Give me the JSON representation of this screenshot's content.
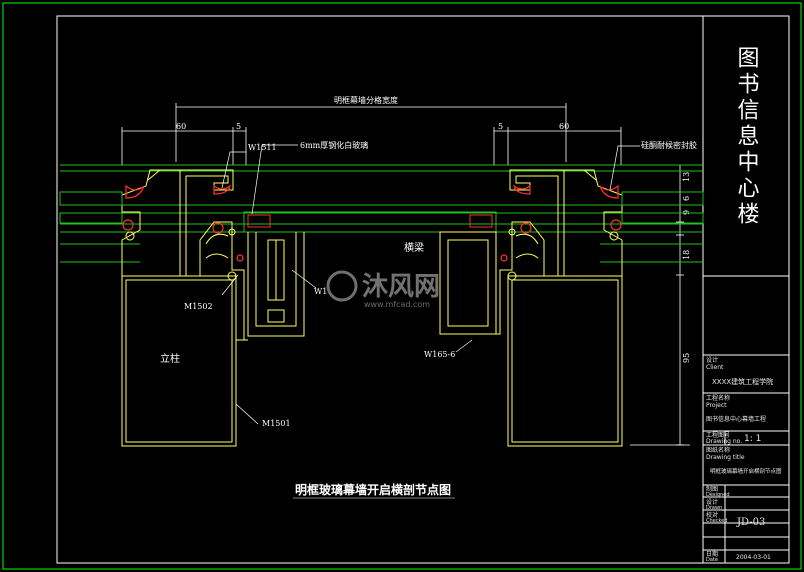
{
  "drawing": {
    "caption": "明框玻璃幕墙开启横剖节点图",
    "labels": {
      "span": "明框幕墙分格宽度",
      "glass": "6mm厚钢化白玻璃",
      "sealant": "硅酮耐候密封胶",
      "mullion": "立柱",
      "transom": "横梁",
      "p_w1511": "W1511",
      "p_m1502": "M1502",
      "p_m1501": "M1501",
      "p_w165": "W165-6",
      "p_w1": "W1"
    },
    "dims": {
      "left_60": "60",
      "left_5": "5",
      "right_5": "5",
      "right_60": "60",
      "v_13": "13",
      "v_6": "6",
      "v_9": "9",
      "v_18": "18",
      "v_95": "95"
    }
  },
  "title_block": {
    "project_title": "图书信息中心楼",
    "designer_cap": "设计",
    "designer_sub": "Client",
    "designer_value": "XXXX建筑工程学院",
    "project_cap": "工程名称",
    "project_sub": "Project",
    "project_value": "图书信息中心幕墙工程",
    "drawing_no_cap": "工程图号",
    "drawing_no_sub": "Drawing no.",
    "scale": "1: 1",
    "drawing_title_cap": "图纸名称",
    "drawing_title_sub": "Drawing title",
    "drawing_title_value": "明框玻璃幕墙开启横剖节点图",
    "draw_cap": "制图",
    "draw_sub": "Designed",
    "design_cap": "设计",
    "design_sub": "Drawn",
    "check_cap": "校对",
    "check_sub": "Checked",
    "sheet_no": "JD-03",
    "date_cap": "日期",
    "date_sub": "Date",
    "date_value": "2004-03-01"
  },
  "watermark": {
    "text": "沐风网",
    "url": "www.mfcad.com"
  },
  "colors": {
    "background": "#000000",
    "frame": "#ffffff",
    "border": "#00ff00",
    "profile": "#ffff60",
    "glass": "#20c020",
    "gasket": "#ff3030",
    "dimension": "#ffffff"
  }
}
